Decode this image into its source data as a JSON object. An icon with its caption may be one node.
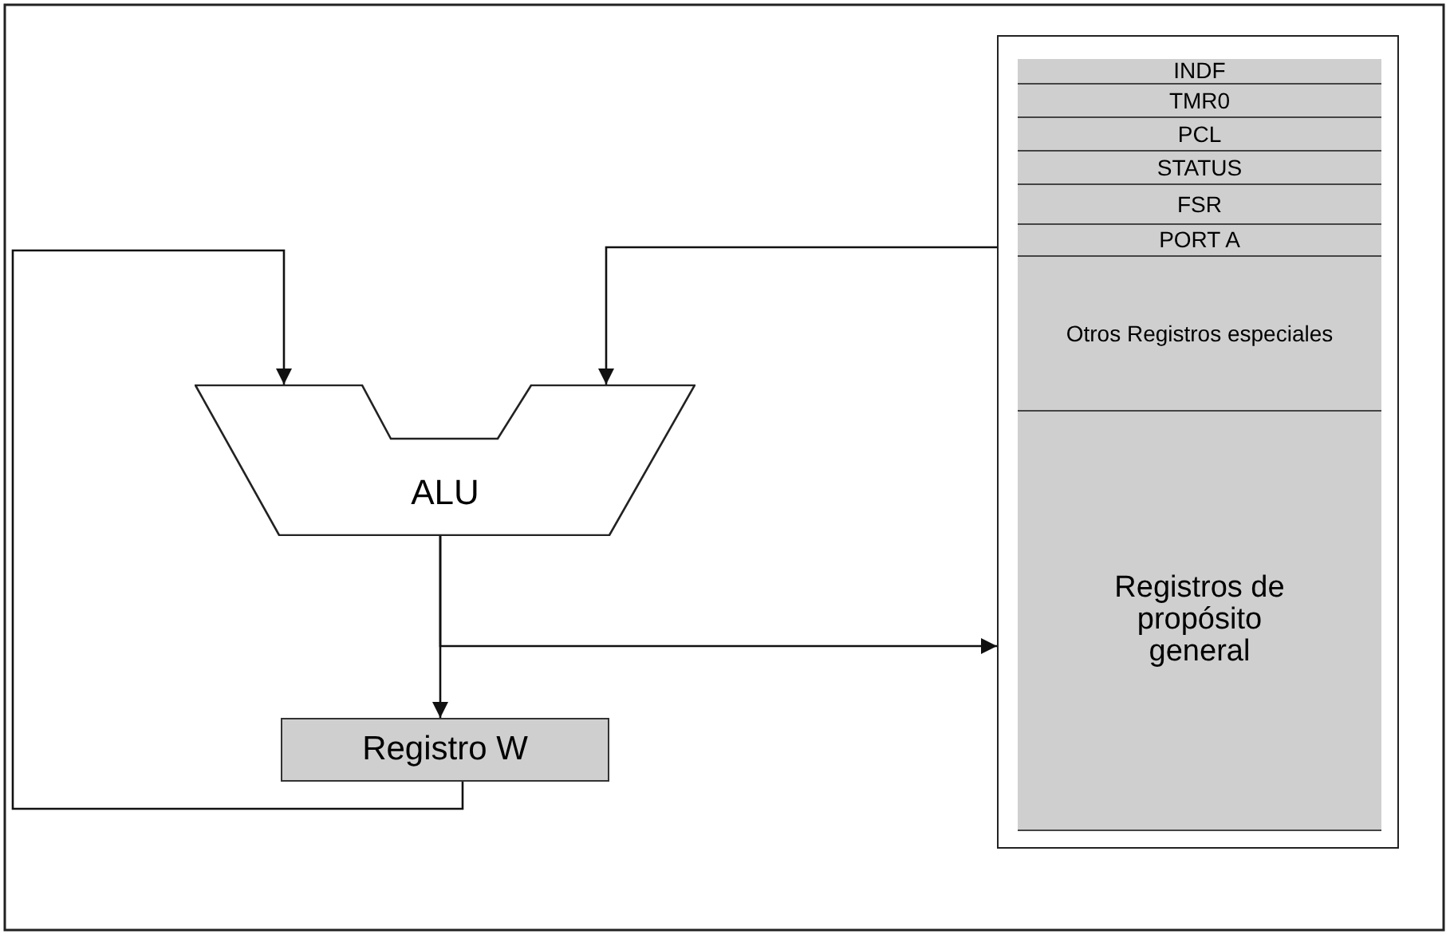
{
  "diagram": {
    "nodes": [
      {
        "text": [],
        "shape": "box"
      },
      {
        "text": [
          "INDF"
        ],
        "in": 0
      },
      {
        "text": [
          "TMR0"
        ],
        "in": 0
      },
      {
        "text": [
          "PCL"
        ],
        "in": 0
      },
      {
        "text": [
          "STATUS"
        ],
        "in": 0
      },
      {
        "text": [
          "FSR"
        ],
        "in": 0
      },
      {
        "text": [
          "PORT A"
        ],
        "in": 0
      },
      {
        "text": [
          "Otros Registros especiales"
        ],
        "in": 0
      },
      {
        "text": [
          "Registros de propósito general"
        ],
        "in": 0
      },
      {
        "text": [
          "ALU"
        ]
      },
      {
        "text": [
          "Registro W"
        ]
      }
    ],
    "edges": [
      {
        "from": 0,
        "to": 9,
        "arrow": "to"
      },
      {
        "from": 10,
        "to": 9,
        "arrow": "to"
      },
      {
        "from": 9,
        "to": 10,
        "arrow": "to"
      },
      {
        "from": 9,
        "to": 0,
        "arrow": "to"
      }
    ]
  }
}
